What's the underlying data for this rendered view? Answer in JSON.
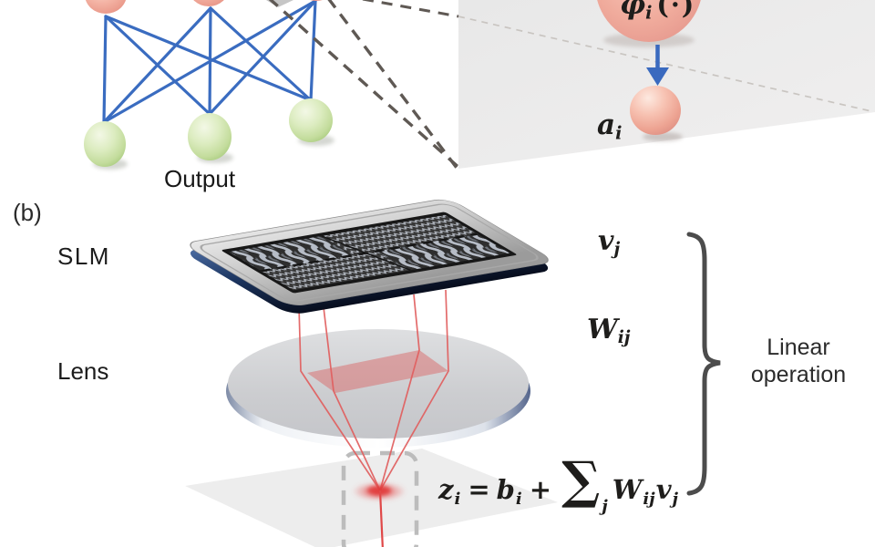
{
  "figure": {
    "panel_a": {
      "output_label": "Output",
      "activation_function": {
        "base": "φ",
        "sub": "i",
        "args": "(·)"
      },
      "neuron_activation": {
        "base": "a",
        "sub": "i"
      }
    },
    "panel_b": {
      "panel_label": "(b)",
      "slm_label": "SLM",
      "lens_label": "Lens",
      "input_label": {
        "base": "v",
        "sub": "j"
      },
      "weight_label": {
        "base": "W",
        "sub": "ij"
      },
      "equation": {
        "z": "z",
        "z_sub": "i",
        "equals": "=",
        "b": "b",
        "b_sub": "i",
        "plus": "+",
        "sum": "∑",
        "sum_sub": "j",
        "w": "W",
        "w_sub": "ij",
        "v": "v",
        "v_sub": "j"
      },
      "brace_label_line1": "Linear",
      "brace_label_line2": "operation"
    },
    "colors": {
      "connection_blue": "#3a6cc0",
      "node_pink": "#f2b0a2",
      "node_green": "#d6e8b4",
      "arrow_blue": "#3a6abf",
      "ray_red": "#e15f5f",
      "panel_gray": "#ececec",
      "slm_side_blue": "#1c3560",
      "brace_gray": "#4c4c4c"
    }
  }
}
